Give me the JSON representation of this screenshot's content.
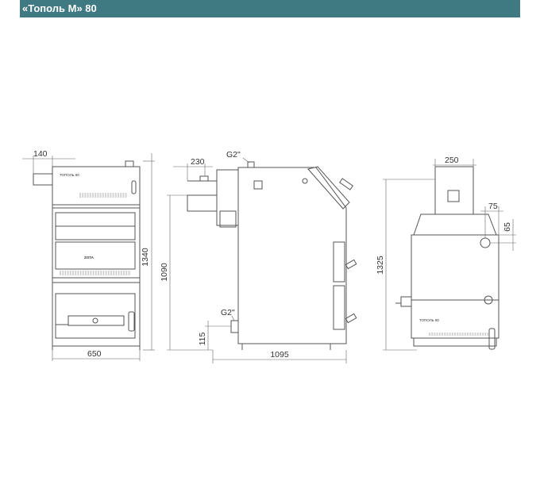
{
  "header": {
    "title": "«Тополь М» 80",
    "background_color": "#3f7a82",
    "text_color": "#ffffff"
  },
  "front_view": {
    "dim_top": "140",
    "dim_width": "650",
    "dim_height": "1340",
    "model_plate": "ТОПОЛЬ 80",
    "brand_plate": "ZOTA"
  },
  "side_view": {
    "dim_flue_offset": "230",
    "dim_outlet": "G2\"",
    "dim_inlet": "G2\"",
    "dim_height": "1090",
    "dim_inlet_height": "115",
    "dim_depth": "1095"
  },
  "rear_view": {
    "dim_flue_width": "250",
    "dim_offset_right": "75",
    "dim_offset_top": "65",
    "dim_height": "1325",
    "model_plate": "ТОПОЛЬ 80"
  },
  "colors": {
    "line": "#555555",
    "dimension_line": "#666666"
  }
}
